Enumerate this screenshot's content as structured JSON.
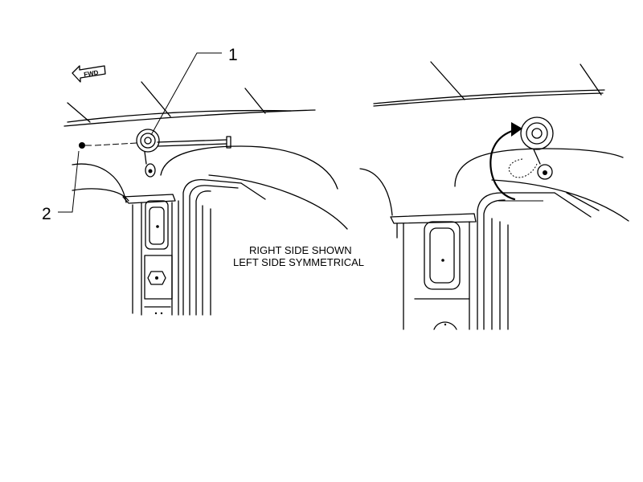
{
  "callouts": [
    {
      "number": "1"
    },
    {
      "number": "2"
    }
  ],
  "arrow_label": "FWD",
  "note": {
    "line1": "RIGHT SIDE SHOWN",
    "line2": "LEFT SIDE SYMMETRICAL"
  }
}
